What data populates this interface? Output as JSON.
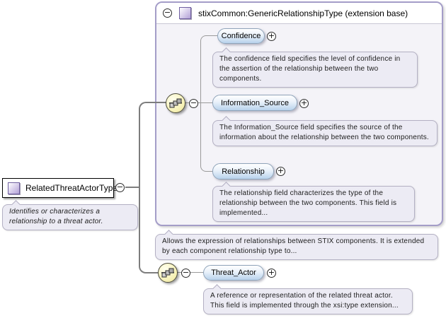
{
  "icons": {
    "plus": "+",
    "minus": "−"
  },
  "colors": {
    "panel_border": "#a49dc8",
    "panel_fill": "#f4f3f8",
    "pill_fill": "#b8d2ec",
    "doc_fill": "#ecebf4",
    "sequence_fill": "#f6f1b6",
    "connector": "#7d7d7d"
  },
  "root": {
    "name": "RelatedThreatActorType",
    "doc": "Identifies or characterizes a relationship to a threat actor."
  },
  "extension": {
    "title": "stixCommon:GenericRelationshipType (extension base)",
    "doc": "Allows the expression of relationships between STIX components. It is extended by each component relationship type to...",
    "children": [
      {
        "name": "Confidence",
        "doc": "The confidence field specifies the level of confidence in the assertion of the relationship between the two components."
      },
      {
        "name": "Information_Source",
        "doc": "The Information_Source field specifies the source of the information about the relationship between the two components."
      },
      {
        "name": "Relationship",
        "doc": "The relationship field characterizes the type of the relationship between the two components. This field is implemented..."
      }
    ]
  },
  "threat_actor": {
    "name": "Threat_Actor",
    "doc": "A reference or representation of the related threat actor. This field is implemented through the xsi:type extension..."
  }
}
